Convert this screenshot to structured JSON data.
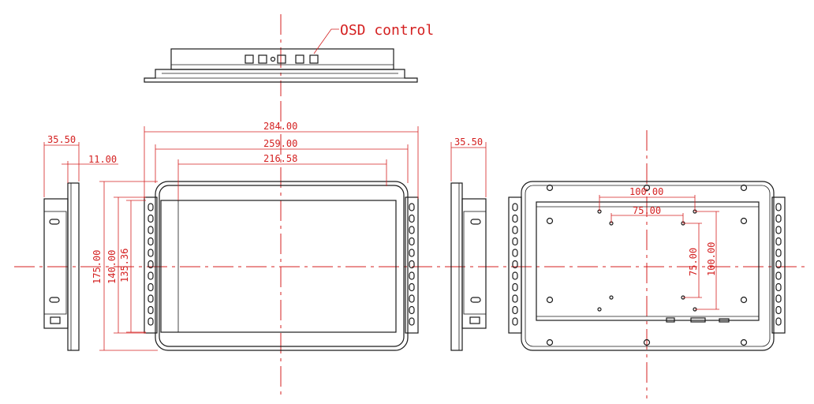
{
  "drawing": {
    "callout": "OSD control",
    "dimensions": {
      "total_width": "284.00",
      "bezel_width": "259.00",
      "active_width": "216.58",
      "total_height": "175.00",
      "bezel_height": "140.00",
      "active_height": "135.36",
      "depth_left": "35.50",
      "flange_left": "11.00",
      "depth_right": "35.50",
      "vesa_outer_h": "100.00",
      "vesa_inner_h": "75.00",
      "vesa_inner_v": "75.00",
      "vesa_outer_v": "100.00"
    },
    "colors": {
      "dimension_red": "#d42020",
      "outline_black": "#1a1a1a",
      "background": "#ffffff"
    }
  }
}
